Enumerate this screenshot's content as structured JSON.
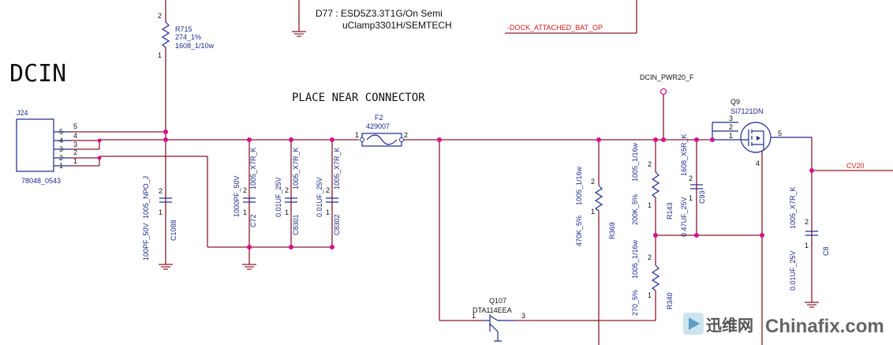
{
  "title": "DCIN",
  "note": "PLACE NEAR CONNECTOR",
  "d77": {
    "line1": "D77 : ESD5Z3.3T1G/On Semi",
    "line2": "uClamp3301H/SEMTECH"
  },
  "dock_net": "-DOCK_ATTACHED_BAT_OP",
  "dcin_net": "DCIN_PWR20_F",
  "cv20_net": "CV20",
  "j24": {
    "ref": "J24",
    "part": "78048_0543",
    "pins": [
      "5",
      "4",
      "3",
      "2",
      "1"
    ]
  },
  "r715": {
    "ref": "R715",
    "value": "274_1%",
    "pkg": "1608_1/10w",
    "pin_top": "2",
    "pin_bot": "1"
  },
  "c1088": {
    "ref": "C1088",
    "value": "100PF_50V",
    "pkg": "1005_NPO_J",
    "pin_top": "2",
    "pin_bot": "1"
  },
  "c72": {
    "ref": "C72",
    "value": "1000PF_50V",
    "pkg": "1005_X7R_K",
    "pin_top": "2",
    "pin_bot": "1"
  },
  "c8301": {
    "ref": "C8301",
    "value": "0.01UF_25V",
    "pkg": "1005_X7R_K",
    "pin_top": "2",
    "pin_bot": "1"
  },
  "c8302": {
    "ref": "C8302",
    "value": "0.01UF_25V",
    "pkg": "1005_X7R_K",
    "pin_top": "2",
    "pin_bot": "1"
  },
  "f2": {
    "ref": "F2",
    "value": "429007",
    "pin_left": "1",
    "pin_right": "2"
  },
  "r369": {
    "ref": "R369",
    "value": "470K_5%",
    "pkg": "1005_1/16w",
    "pin_top": "2",
    "pin_bot": "1"
  },
  "r143": {
    "ref": "R143",
    "value": "200K_5%",
    "pkg": "1005_1/16w",
    "pin_top": "2",
    "pin_bot": "1"
  },
  "c93": {
    "ref": "C93",
    "value": "0.47UF_25V",
    "pkg": "1608_X5R_K",
    "pin_top": "2",
    "pin_bot": "1"
  },
  "r340": {
    "ref": "R340",
    "value": "270_5%",
    "pkg": "1005_1/16w",
    "pin_top": "2",
    "pin_bot": "1"
  },
  "q107": {
    "ref": "Q107",
    "part": "DTA114EEA",
    "pin1": "1",
    "pin3": "3"
  },
  "q9": {
    "ref": "Q9",
    "part": "SI7121DN",
    "pin3": "3",
    "pin2": "2",
    "pin1": "1",
    "pin5": "5",
    "pin4": "4"
  },
  "c8": {
    "ref": "C8",
    "value": "0.01UF_25V",
    "pkg": "1005_X7R_K",
    "pin_top": "2",
    "pin_bot": "1"
  },
  "watermark": {
    "cn": "迅维网",
    "en": "Chinafix.com"
  },
  "colors": {
    "wire": "#8a1a2a",
    "component": "#1c2a8c",
    "junction": "#d4118c",
    "net_label_red": "#d41a1a"
  }
}
